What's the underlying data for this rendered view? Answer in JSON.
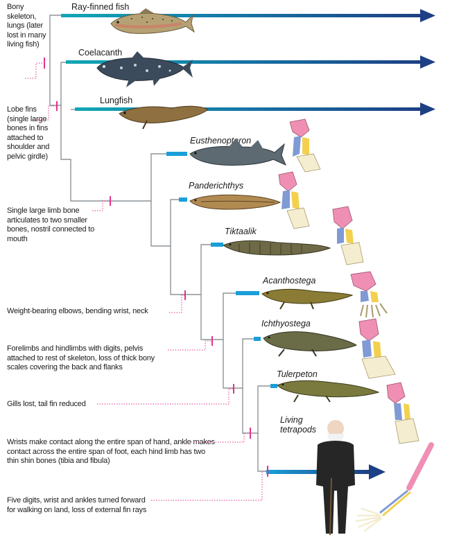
{
  "colors": {
    "tree_line": "#8e9397",
    "node_mark": "#e0338a",
    "leader": "#e0338a",
    "arrow_start": "#12a7b4",
    "arrow_end": "#1d3f84",
    "bar_cyan": "#1a9fd8",
    "bone_pink": "#f08fb4",
    "bone_blue": "#7f9ad4",
    "bone_yellow": "#f3d04e",
    "bone_cream": "#f4edcf"
  },
  "taxa": [
    {
      "name": "Ray-finned fish",
      "italic": false,
      "icon": "ray-finned-fish-illustration"
    },
    {
      "name": "Coelacanth",
      "italic": false,
      "icon": "coelacanth-illustration"
    },
    {
      "name": "Lungfish",
      "italic": false,
      "icon": "lungfish-illustration"
    },
    {
      "name": "Eusthenopteron",
      "italic": true,
      "icon": "eusthenopteron-illustration"
    },
    {
      "name": "Panderichthys",
      "italic": true,
      "icon": "panderichthys-illustration"
    },
    {
      "name": "Tiktaalik",
      "italic": true,
      "icon": "tiktaalik-illustration"
    },
    {
      "name": "Acanthostega",
      "italic": true,
      "icon": "acanthostega-illustration"
    },
    {
      "name": "Ichthyostega",
      "italic": true,
      "icon": "ichthyostega-illustration"
    },
    {
      "name": "Tulerpeton",
      "italic": true,
      "icon": "tulerpeton-illustration"
    },
    {
      "name": "Living tetrapods",
      "italic": true,
      "icon": "human-figure-illustration"
    }
  ],
  "notes": [
    "Bony skeleton, lungs (later lost in many living fish)",
    "Lobe fins (single large bones in fins attached to shoulder and pelvic girdle)",
    "Single large limb bone articulates to two smaller bones, nostril connected to mouth",
    "Weight-bearing elbows, bending wrist, neck",
    "Forelimbs and hindlimbs with digits, pelvis attached to rest of skeleton, loss of thick bony scales covering the back and flanks",
    "Gills lost, tail fin reduced",
    "Wrists make contact along the entire span of hand, ankle makes contact across the entire span of foot, each hind limb has two thin shin bones (tibia and fibula)",
    "Five digits, wrist and ankles turned forward for walking on land, loss of external fin rays"
  ]
}
